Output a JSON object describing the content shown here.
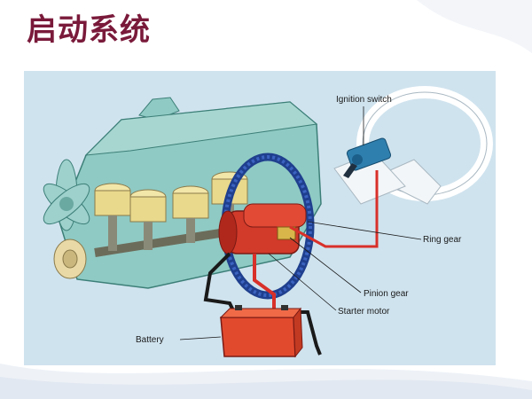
{
  "slide": {
    "title": "启动系统"
  },
  "diagram": {
    "labels": {
      "ignition_switch": "Ignition switch",
      "ring_gear": "Ring gear",
      "pinion_gear": "Pinion gear",
      "starter_motor": "Starter motor",
      "battery": "Battery"
    }
  },
  "colors": {
    "title": "#7a1a3a",
    "panel": "#cfe3ee",
    "engine": "#8fcac4",
    "starter": "#d23a2a",
    "ring_gear": "#1f3f8e",
    "cable_red": "#d8302a",
    "cable_black": "#1a1a1a"
  }
}
